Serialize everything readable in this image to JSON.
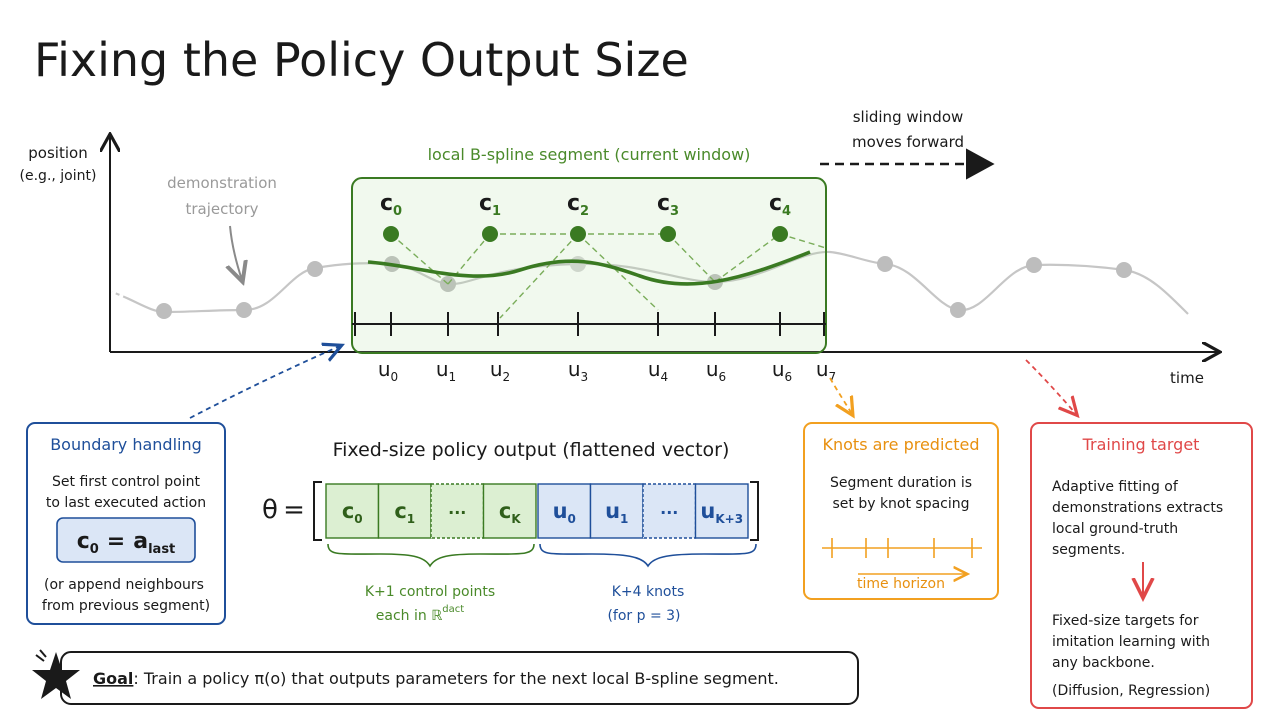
{
  "title": "Fixing the Policy Output Size",
  "axis": {
    "y_label_line1": "position",
    "y_label_line2": "(e.g., joint)",
    "x_label": "time"
  },
  "demo_label_line1": "demonstration",
  "demo_label_line2": "trajectory",
  "segment_label": "local B-spline segment (current window)",
  "sliding_line1": "sliding window",
  "sliding_line2": "moves forward",
  "control_points": [
    {
      "base": "c",
      "sub": "0"
    },
    {
      "base": "c",
      "sub": "1"
    },
    {
      "base": "c",
      "sub": "2"
    },
    {
      "base": "c",
      "sub": "3"
    },
    {
      "base": "c",
      "sub": "4"
    }
  ],
  "knots": [
    {
      "base": "u",
      "sub": "0"
    },
    {
      "base": "u",
      "sub": "1"
    },
    {
      "base": "u",
      "sub": "2"
    },
    {
      "base": "u",
      "sub": "3"
    },
    {
      "base": "u",
      "sub": "4"
    },
    {
      "base": "u",
      "sub": "6"
    },
    {
      "base": "u",
      "sub": "6"
    },
    {
      "base": "u",
      "sub": "7"
    }
  ],
  "boundary": {
    "title": "Boundary handling",
    "line1": "Set first control point",
    "line2": "to last executed action",
    "eq_c": "c",
    "eq_c_sub": "0",
    "eq_equals": "=",
    "eq_a": "a",
    "eq_a_sub": "last",
    "note1": "(or append neighbours",
    "note2": "from previous segment)"
  },
  "vector": {
    "title": "Fixed-size policy output (flattened vector)",
    "theta": "θ",
    "equals": "=",
    "cells": [
      {
        "base": "c",
        "sub": "0",
        "group": "control"
      },
      {
        "base": "c",
        "sub": "1",
        "group": "control"
      },
      {
        "base": "···",
        "sub": "",
        "group": "control"
      },
      {
        "base": "c",
        "sub": "K",
        "group": "control"
      },
      {
        "base": "u",
        "sub": "0",
        "group": "knot"
      },
      {
        "base": "u",
        "sub": "1",
        "group": "knot"
      },
      {
        "base": "···",
        "sub": "",
        "group": "knot"
      },
      {
        "base": "u",
        "sub": "K+3",
        "group": "knot"
      }
    ],
    "control_caption1": "K+1 control points",
    "control_caption2": "each in ℝ",
    "control_caption2_sup": "dact",
    "knot_caption1": "K+4 knots",
    "knot_caption2": "(for p = 3)"
  },
  "knots_box": {
    "title": "Knots are predicted",
    "line1": "Segment duration is",
    "line2": "set by knot spacing",
    "axis_label": "time horizon"
  },
  "training": {
    "title": "Training target",
    "line1": "Adaptive fitting of",
    "line2": "demonstrations extracts",
    "line3": "local ground-truth",
    "line4": "segments.",
    "line5": "Fixed-size targets for",
    "line6": "imitation learning with",
    "line7": "any backbone.",
    "line8": "(Diffusion, Regression)"
  },
  "goal": {
    "label": "Goal",
    "text": ": Train a policy π(o) that outputs parameters for the next local B-spline segment."
  },
  "colors": {
    "green": "#3a7a22",
    "blue": "#1f4f9a",
    "orange": "#f2a020",
    "red": "#e04848",
    "grey": "#bdbdbd"
  }
}
